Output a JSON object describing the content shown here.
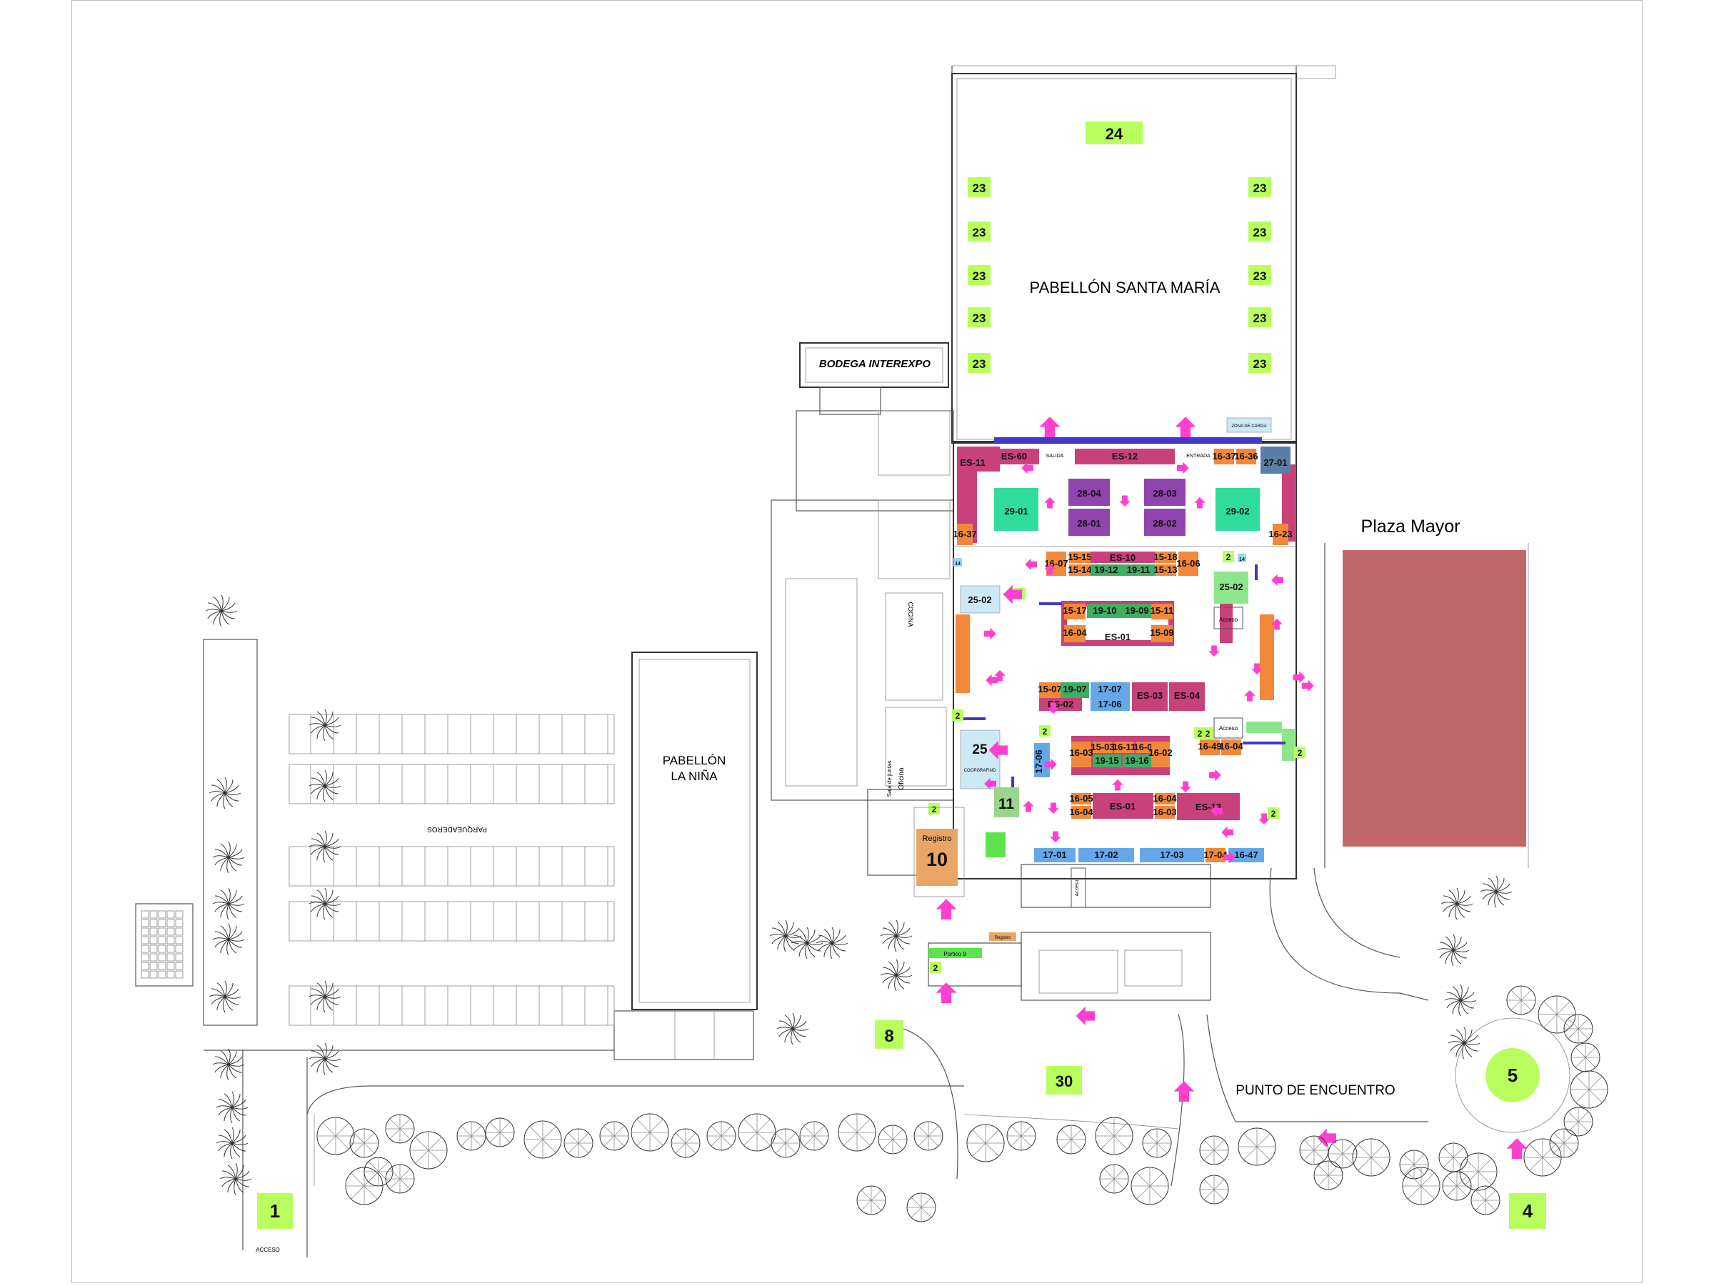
{
  "map": {
    "labels": {
      "pabellon_santa_maria": "PABELLÓN SANTA MARÍA",
      "bodega_interexpo": "BODEGA INTEREXPO",
      "plaza_mayor": "Plaza Mayor",
      "pabellon_la_nina_1": "PABELLÓN",
      "pabellon_la_nina_2": "LA NIÑA",
      "parqueaderos": "PARQUEADEROS",
      "punto_de_encuentro": "PUNTO DE ENCUENTRO",
      "acceso": "ACCESO",
      "salida": "SALIDA",
      "entrada": "ENTRADA",
      "zona_de_carga": "ZONA DE CARGA",
      "registro_label": "Registro",
      "registro_small": "Registro",
      "portico": "Portico 9",
      "oficina": "Oficina",
      "sala_juntas": "Sala de juntas",
      "cocina": "COCINA",
      "acceso_room1": "Acceso",
      "acceso_room2": "Acceso",
      "acceso_room3": "Acceso",
      "coopgrafind": "COOPGRAFIND"
    },
    "numbered_markers": {
      "m1": "1",
      "m4": "4",
      "m5": "5",
      "m8": "8",
      "m10": "10",
      "m11": "11",
      "m24": "24",
      "m23": "23",
      "m25": "25",
      "m30": "30",
      "m2": "2",
      "m14": "14"
    },
    "stands": {
      "es11": "ES-11",
      "es60": "ES-60",
      "es12": "ES-12",
      "s1637": "16-37",
      "s1636": "16-36",
      "s2701": "27-01",
      "s2901": "29-01",
      "s2804": "28-04",
      "s2803": "28-03",
      "s2801": "28-01",
      "s2802": "28-02",
      "s2902": "29-02",
      "s1037": "16-37",
      "s1623": "16-23",
      "es10": "ES-10",
      "s1607a": "16-07",
      "s1515": "15-15",
      "s1514": "15-14",
      "s1912": "19-12",
      "s1911": "19-11",
      "s1518": "15-18",
      "s1513": "15-13",
      "s1606": "16-06",
      "s2502": "25-02",
      "s2502b": "25-02",
      "s1517": "15-17",
      "s1910": "19-10",
      "s1909": "19-09",
      "s1511": "15-11",
      "s1604": "16-04",
      "es01a": "ES-01",
      "s1509": "15-09",
      "es03": "ES-03",
      "es04": "ES-04",
      "es02": "ES-02",
      "s1507": "15-07",
      "s1907": "19-07",
      "s1707": "17-07",
      "s1706": "17-06",
      "s1503": "15-03",
      "s1611": "16-11",
      "s1604b": "16-04",
      "s1602": "16-02",
      "s1915": "19-15",
      "s1916": "19-16",
      "s1603": "16-03",
      "es01": "ES-01",
      "es13": "ES-13",
      "s1605": "16-05",
      "s1604c": "16-04",
      "s1604d": "16-04",
      "s1603b": "16-03",
      "s1701": "17-01",
      "s1702": "17-02",
      "s1703": "17-03",
      "s1704": "17-04",
      "s1047": "16-47",
      "s1706b": "17-06",
      "s1649": "16-49",
      "s1604e": "16-04"
    }
  },
  "colors": {
    "marker_green": "#b8ff5e",
    "arrow_pink": "#ff3fd0",
    "plaza_red": "#c0676c",
    "stand_magenta": "#c9417a",
    "stand_purple": "#8f45ad",
    "stand_teal": "#2fdc9c",
    "stand_orange": "#f1883a",
    "stand_green": "#3fae64",
    "stand_blue": "#64a8ea",
    "stand_steel": "#5b7ea8",
    "path_blue": "#4338c6",
    "registro_tan": "#e8a565"
  },
  "icons": [
    "palm-tree-icon",
    "tree-canopy-icon",
    "up-arrow-icon",
    "left-arrow-icon",
    "right-arrow-icon",
    "down-arrow-icon"
  ]
}
